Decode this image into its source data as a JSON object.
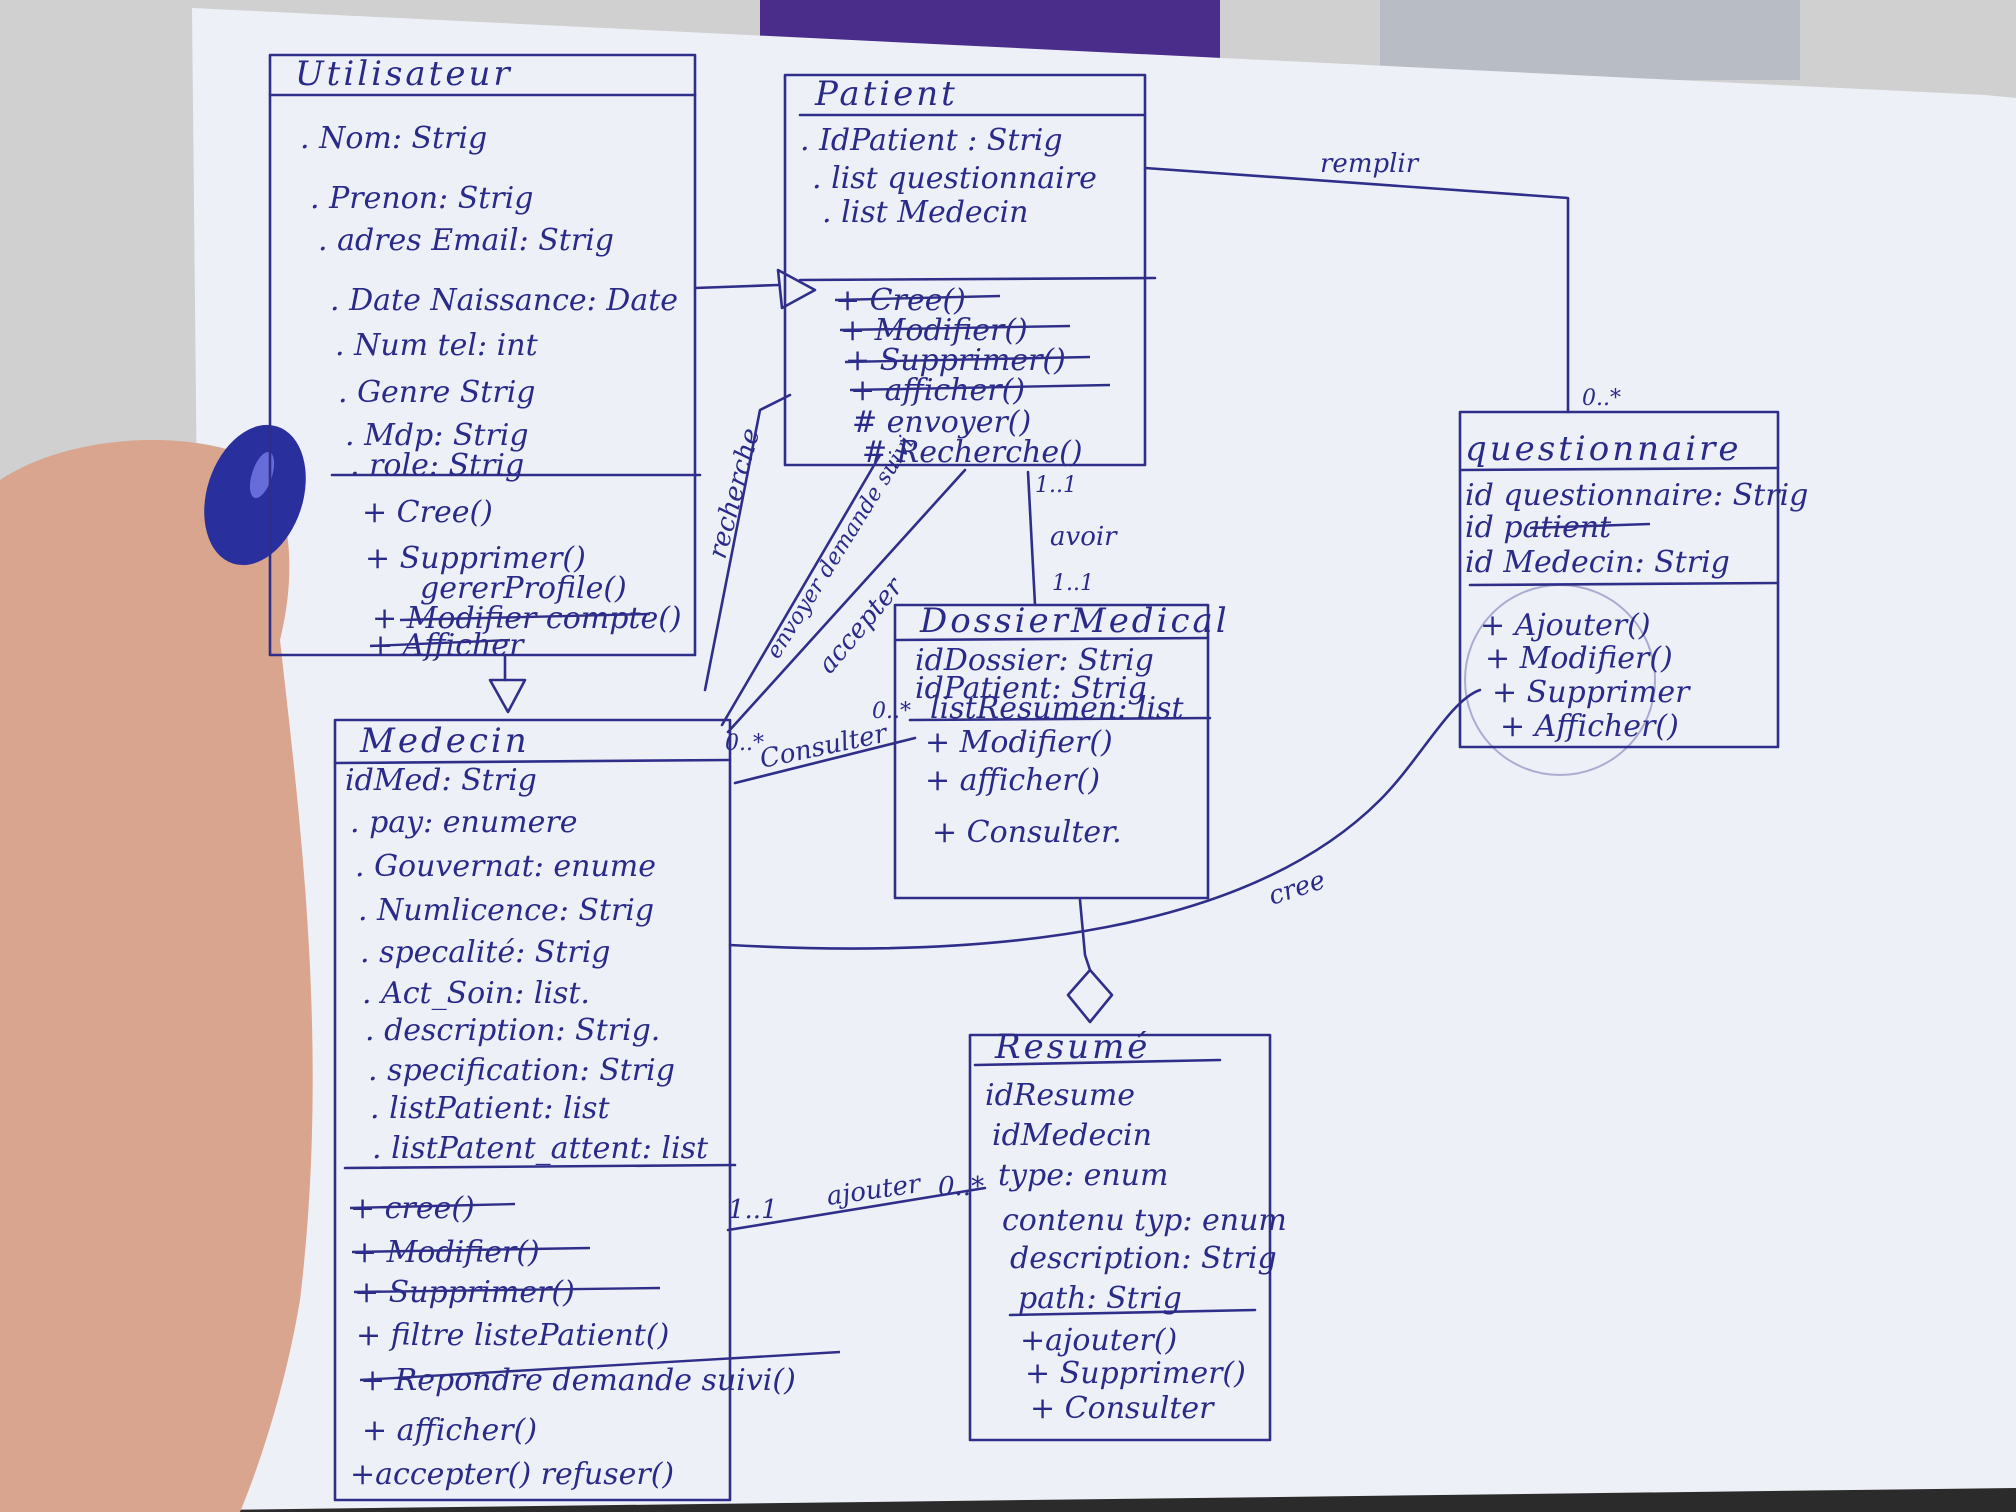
{
  "classes": {
    "utilisateur": {
      "name": "Utilisateur",
      "attributes": [
        ". Nom: Strig",
        ". Prenon: Strig",
        ". adres Email: Strig",
        ". Date Naissance: Date",
        ". Num tel: int",
        ". Genre  Strig",
        ". Mdp: Strig",
        ". role: Strig"
      ],
      "methods": [
        {
          "text": "+ Cree()",
          "struck": false
        },
        {
          "text": "+ Supprimer()",
          "struck": false
        },
        {
          "text": "gererProfile()",
          "struck": false
        },
        {
          "text": "+ Modifier compte()",
          "struck": true
        },
        {
          "text": "+ Afficher",
          "struck": true
        }
      ]
    },
    "patient": {
      "name": "Patient",
      "attributes": [
        ". IdPatient : Strig",
        ". list questionnaire",
        ". list Medecin"
      ],
      "methods": [
        {
          "text": "+ Cree()",
          "struck": true
        },
        {
          "text": "+ Modifier()",
          "struck": true
        },
        {
          "text": "+ Supprimer()",
          "struck": true
        },
        {
          "text": "+ afficher()",
          "struck": true
        },
        {
          "text": "# envoyer()",
          "struck": false
        },
        {
          "text": "# Recherche()",
          "struck": false
        }
      ]
    },
    "dossier": {
      "name": "DossierMedical",
      "attributes": [
        "idDossier: Strig",
        "idPatient: Strig",
        "listResumen: list"
      ],
      "methods": [
        {
          "text": "+ Modifier()",
          "struck": false
        },
        {
          "text": "+ afficher()",
          "struck": false
        },
        {
          "text": "+ Consulter.",
          "struck": false
        }
      ]
    },
    "questionnaire": {
      "name": "questionnaire",
      "attributes": [
        "id questionnaire: Strig",
        "id patient",
        "id Medecin: Strig"
      ],
      "methods": [
        {
          "text": "+ Ajouter()",
          "struck": false
        },
        {
          "text": "+ Modifier()",
          "struck": false
        },
        {
          "text": "+ Supprimer",
          "struck": false
        },
        {
          "text": "+ Afficher()",
          "struck": false
        }
      ]
    },
    "medecin": {
      "name": "Medecin",
      "attributes": [
        "idMed: Strig",
        ". pay: enumere",
        ". Gouvernat: enume",
        ". Numlicence: Strig",
        ". specalité: Strig",
        ". Act_Soin: list.",
        ". description: Strig.",
        ". specification: Strig",
        ". listPatient: list",
        ". listPatent_attent: list"
      ],
      "methods": [
        {
          "text": "+ cree()",
          "struck": true
        },
        {
          "text": "+ Modifier()",
          "struck": true
        },
        {
          "text": "+ Supprimer()",
          "struck": true
        },
        {
          "text": "+ filtre listePatient()",
          "struck": false
        },
        {
          "text": "+ Repondre demande suivi()",
          "struck": true
        },
        {
          "text": "+ afficher()",
          "struck": false
        },
        {
          "text": "+accepter() refuser()",
          "struck": false
        }
      ]
    },
    "resume": {
      "name": "Resumé",
      "attributes": [
        "idResume",
        "idMedecin",
        "type: enum",
        "contenu typ: enum",
        "description: Strig",
        "path: Strig"
      ],
      "methods": [
        {
          "text": "+ajouter()",
          "struck": false
        },
        {
          "text": "+ Supprimer()",
          "struck": false
        },
        {
          "text": "+ Consulter",
          "struck": false
        }
      ]
    }
  },
  "associations": {
    "remplir": "remplir",
    "remplir_mult": "0..*",
    "recherche": "recherche",
    "envoyer": "envoyer demande suivi",
    "accepter": "accepter",
    "consulter": "Consulter",
    "consulter_mult_a": "0..*",
    "consulter_mult_b": "0..*",
    "avoir": "avoir",
    "avoir_mult_top": "1..1",
    "avoir_mult_bottom": "1..1",
    "cree": "cree",
    "ajouter": "ajouter",
    "ajouter_mult_left": "1..1",
    "ajouter_mult_right": "0..*"
  }
}
